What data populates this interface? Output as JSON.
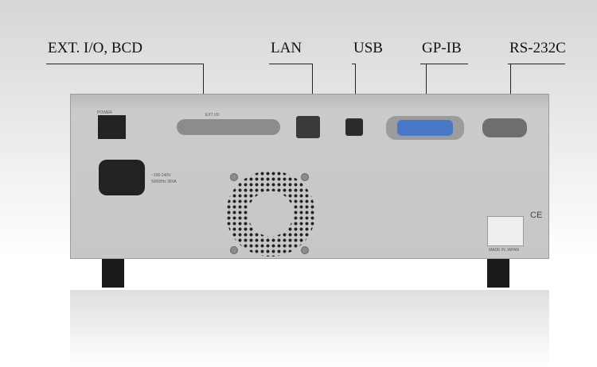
{
  "labels": {
    "ext": "EXT. I/O, BCD",
    "lan": "LAN",
    "usb": "USB",
    "gpib": "GP-IB",
    "rs232c": "RS-232C"
  },
  "panel": {
    "power": "POWER",
    "ext_io": "EXT I/O",
    "power_rating_1": "~100-240V",
    "power_rating_2": "50/60Hz  30VA",
    "made_in": "MADE IN JAPAN",
    "ce": "CE"
  }
}
